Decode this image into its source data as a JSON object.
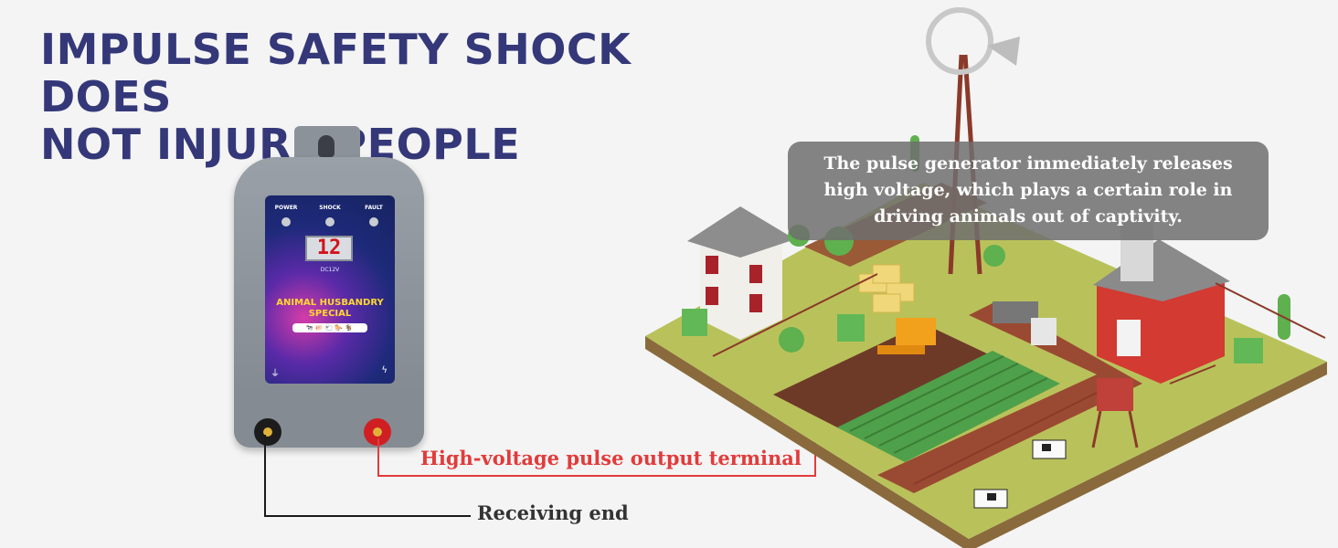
{
  "headline": {
    "line1": "IMPULSE SAFETY SHOCK DOES",
    "line2": "NOT INJURE PEOPLE"
  },
  "device": {
    "led_labels": [
      "POWER",
      "SHOCK",
      "FAULT"
    ],
    "display_value": "12",
    "voltage_label": "DC12V",
    "brand_line1": "ANIMAL HUSBANDRY",
    "brand_line2": "SPECIAL"
  },
  "callout": {
    "text": "The pulse generator immediately releases high voltage, which plays a certain role in driving animals out of captivity."
  },
  "labels": {
    "output_terminal": "High-voltage pulse output terminal",
    "receiving_end": "Receiving end"
  },
  "colors": {
    "headline": "#343879",
    "output_line": "#e23b3b",
    "receiving_line": "#1a1a1a",
    "callout_bg": "#6e6e6e"
  }
}
